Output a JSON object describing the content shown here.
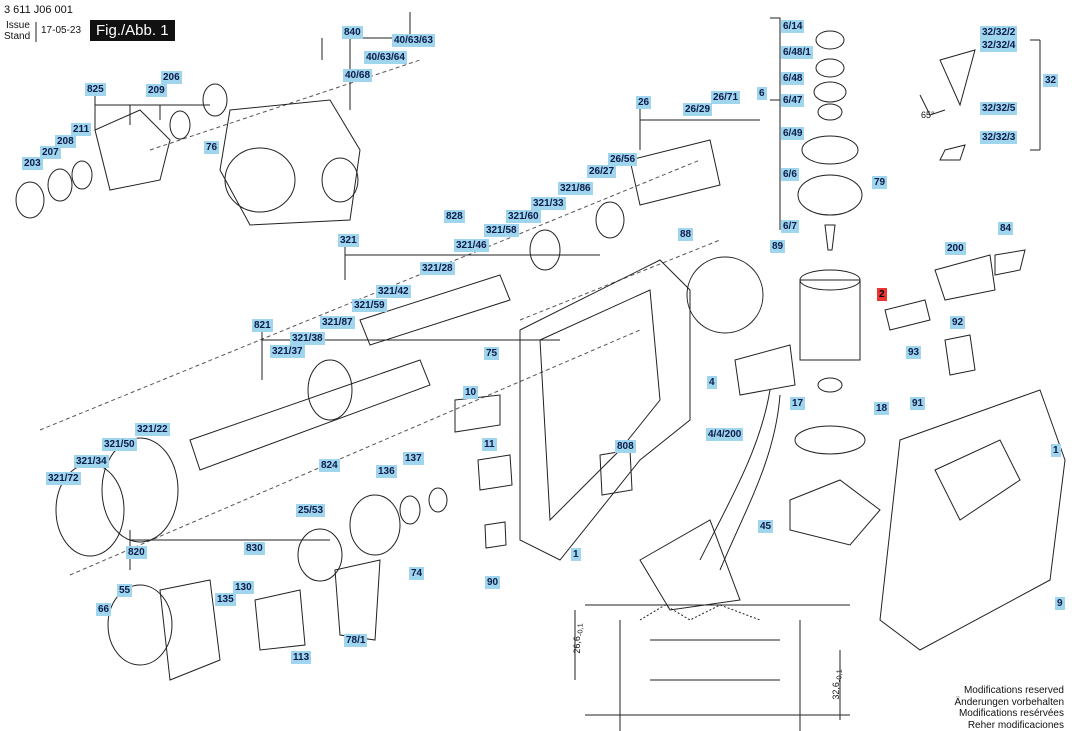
{
  "header": {
    "doc_number": "3 611 J06 001",
    "issue_label": "Issue",
    "stand_label": "Stand",
    "date": "17-05-23",
    "figure_title": "Fig./Abb. 1"
  },
  "part_labels": [
    {
      "id": "840",
      "text": "840"
    },
    {
      "id": "40/63/63",
      "text": "40/63/63"
    },
    {
      "id": "40/63/64",
      "text": "40/63/64"
    },
    {
      "id": "40/68",
      "text": "40/68"
    },
    {
      "id": "825",
      "text": "825"
    },
    {
      "id": "206",
      "text": "206"
    },
    {
      "id": "209",
      "text": "209"
    },
    {
      "id": "211",
      "text": "211"
    },
    {
      "id": "208",
      "text": "208"
    },
    {
      "id": "207",
      "text": "207"
    },
    {
      "id": "203",
      "text": "203"
    },
    {
      "id": "76",
      "text": "76"
    },
    {
      "id": "321",
      "text": "321"
    },
    {
      "id": "26",
      "text": "26"
    },
    {
      "id": "26/29",
      "text": "26/29"
    },
    {
      "id": "26/71",
      "text": "26/71"
    },
    {
      "id": "26/56",
      "text": "26/56"
    },
    {
      "id": "26/27",
      "text": "26/27"
    },
    {
      "id": "321/86",
      "text": "321/86"
    },
    {
      "id": "321/33",
      "text": "321/33"
    },
    {
      "id": "828",
      "text": "828"
    },
    {
      "id": "321/60",
      "text": "321/60"
    },
    {
      "id": "321/58",
      "text": "321/58"
    },
    {
      "id": "321/46",
      "text": "321/46"
    },
    {
      "id": "321/28",
      "text": "321/28"
    },
    {
      "id": "321/42",
      "text": "321/42"
    },
    {
      "id": "321/59",
      "text": "321/59"
    },
    {
      "id": "821",
      "text": "821"
    },
    {
      "id": "321/87",
      "text": "321/87"
    },
    {
      "id": "321/38",
      "text": "321/38"
    },
    {
      "id": "321/37",
      "text": "321/37"
    },
    {
      "id": "321/22",
      "text": "321/22"
    },
    {
      "id": "321/50",
      "text": "321/50"
    },
    {
      "id": "321/34",
      "text": "321/34"
    },
    {
      "id": "321/72",
      "text": "321/72"
    },
    {
      "id": "6/14",
      "text": "6/14"
    },
    {
      "id": "6/48/1",
      "text": "6/48/1"
    },
    {
      "id": "6",
      "text": "6"
    },
    {
      "id": "6/48",
      "text": "6/48"
    },
    {
      "id": "6/47",
      "text": "6/47"
    },
    {
      "id": "6/49",
      "text": "6/49"
    },
    {
      "id": "6/6",
      "text": "6/6"
    },
    {
      "id": "6/7",
      "text": "6/7"
    },
    {
      "id": "79",
      "text": "79"
    },
    {
      "id": "88",
      "text": "88"
    },
    {
      "id": "89",
      "text": "89"
    },
    {
      "id": "32/32/2",
      "text": "32/32/2"
    },
    {
      "id": "32/32/4",
      "text": "32/32/4"
    },
    {
      "id": "32",
      "text": "32"
    },
    {
      "id": "32/32/5",
      "text": "32/32/5"
    },
    {
      "id": "32/32/3",
      "text": "32/32/3"
    },
    {
      "id": "84",
      "text": "84"
    },
    {
      "id": "200",
      "text": "200"
    },
    {
      "id": "2",
      "text": "2"
    },
    {
      "id": "92",
      "text": "92"
    },
    {
      "id": "93",
      "text": "93"
    },
    {
      "id": "75",
      "text": "75"
    },
    {
      "id": "10",
      "text": "10"
    },
    {
      "id": "11",
      "text": "11"
    },
    {
      "id": "808",
      "text": "808"
    },
    {
      "id": "4",
      "text": "4"
    },
    {
      "id": "17",
      "text": "17"
    },
    {
      "id": "18",
      "text": "18"
    },
    {
      "id": "91",
      "text": "91"
    },
    {
      "id": "4/4/200",
      "text": "4/4/200"
    },
    {
      "id": "1a",
      "text": "1"
    },
    {
      "id": "1b",
      "text": "1"
    },
    {
      "id": "45",
      "text": "45"
    },
    {
      "id": "9",
      "text": "9"
    },
    {
      "id": "824",
      "text": "824"
    },
    {
      "id": "136",
      "text": "136"
    },
    {
      "id": "137",
      "text": "137"
    },
    {
      "id": "25/53",
      "text": "25/53"
    },
    {
      "id": "830",
      "text": "830"
    },
    {
      "id": "820",
      "text": "820"
    },
    {
      "id": "55",
      "text": "55"
    },
    {
      "id": "130",
      "text": "130"
    },
    {
      "id": "135",
      "text": "135"
    },
    {
      "id": "66",
      "text": "66"
    },
    {
      "id": "74",
      "text": "74"
    },
    {
      "id": "90",
      "text": "90"
    },
    {
      "id": "113",
      "text": "113"
    },
    {
      "id": "78/1",
      "text": "78/1"
    }
  ],
  "dimensions": {
    "d1": "26,6",
    "d1_tol": "-0,1",
    "d2": "32,6",
    "d2_tol": "-0,1",
    "angle": "65°"
  },
  "notes": [
    "Modifications reserved",
    "Änderungen vorbehalten",
    "Modifications resérvées",
    "Reher modificaciones"
  ],
  "colors": {
    "label_bg": "#9fd6ee",
    "label_fg": "#0d1b4a",
    "highlight": "#e33333",
    "line": "#222222"
  }
}
